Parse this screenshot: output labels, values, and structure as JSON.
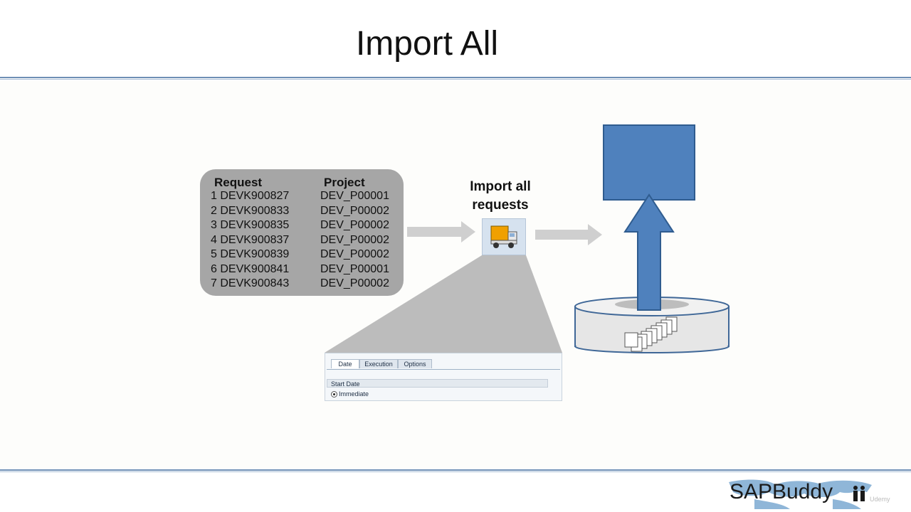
{
  "slide": {
    "title": "Import All"
  },
  "request_list": {
    "headers": {
      "request": "Request",
      "project": "Project"
    },
    "rows": [
      {
        "request": "1 DEVK900827",
        "project": "DEV_P00001"
      },
      {
        "request": "2 DEVK900833",
        "project": "DEV_P00002"
      },
      {
        "request": "3 DEVK900835",
        "project": "DEV_P00002"
      },
      {
        "request": "4 DEVK900837",
        "project": "DEV_P00002"
      },
      {
        "request": "5 DEVK900839",
        "project": "DEV_P00002"
      },
      {
        "request": "6 DEVK900841",
        "project": "DEV_P00001"
      },
      {
        "request": "7 DEVK900843",
        "project": "DEV_P00002"
      }
    ]
  },
  "import_action": {
    "label": "Import all requests",
    "icon": "truck-icon"
  },
  "schedule_dialog": {
    "tabs": [
      "Date",
      "Execution",
      "Options"
    ],
    "active_tab": "Date",
    "group_title": "Start Date",
    "option_label": "Immediate"
  },
  "logo": {
    "text": "SAPBuddy",
    "watermark": "Udemy"
  },
  "colors": {
    "rule": "#6e8fb5",
    "system_box": "#4f81bd",
    "truck": "#f0a000",
    "request_box": "#a6a6a6"
  }
}
